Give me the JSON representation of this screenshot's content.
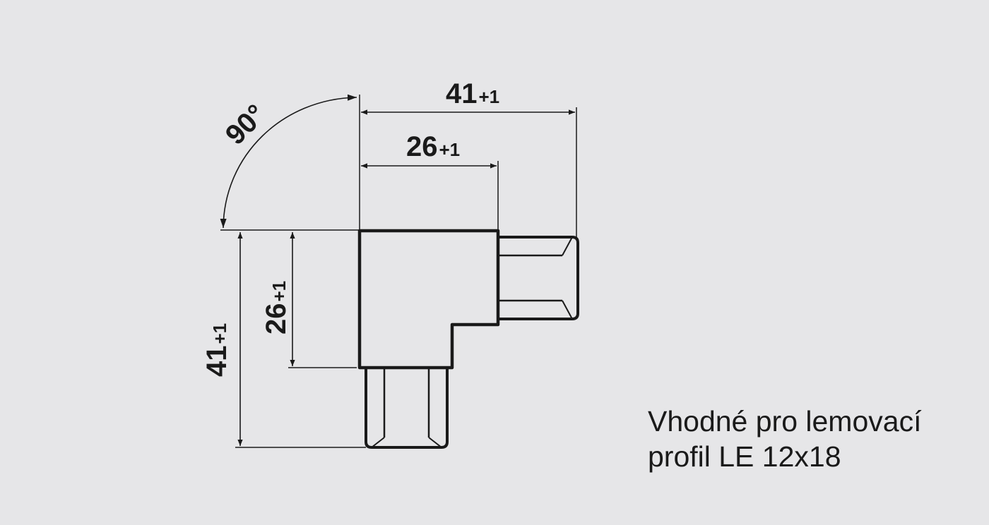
{
  "dimensions": {
    "angle": "90°",
    "overall_width": {
      "value": "41",
      "tolerance": "+1"
    },
    "body_width": {
      "value": "26",
      "tolerance": "+1"
    },
    "body_height": {
      "value": "26",
      "tolerance": "+1"
    },
    "overall_height": {
      "value": "41",
      "tolerance": "+1"
    }
  },
  "caption": {
    "line1": "Vhodné pro lemovací",
    "line2": "profil LE 12x18"
  },
  "colors": {
    "background": "#e6e6e8",
    "ink": "#1a1a1a"
  }
}
